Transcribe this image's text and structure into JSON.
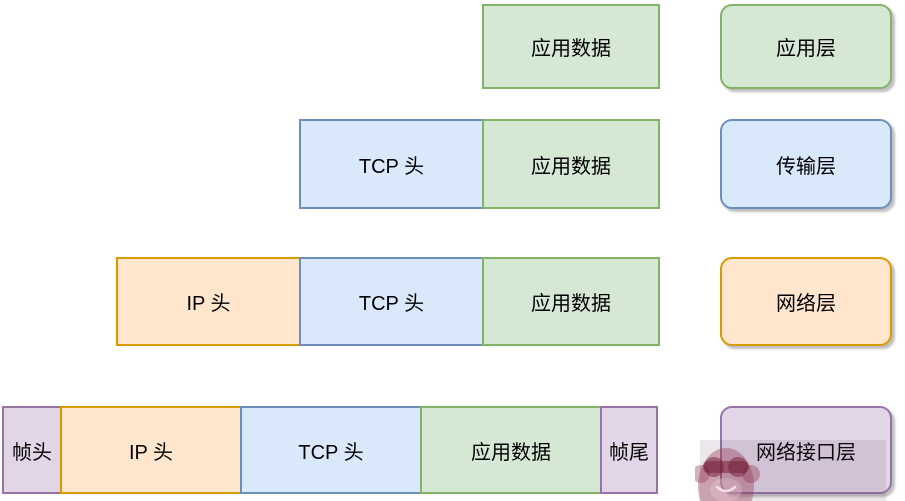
{
  "diagram": {
    "rows": [
      {
        "layer": "应用层",
        "cells": [
          {
            "label": "应用数据"
          }
        ]
      },
      {
        "layer": "传输层",
        "cells": [
          {
            "label": "TCP 头"
          },
          {
            "label": "应用数据"
          }
        ]
      },
      {
        "layer": "网络层",
        "cells": [
          {
            "label": "IP 头"
          },
          {
            "label": "TCP 头"
          },
          {
            "label": "应用数据"
          }
        ]
      },
      {
        "layer": "网络接口层",
        "cells": [
          {
            "label": "帧头"
          },
          {
            "label": "IP 头"
          },
          {
            "label": "TCP 头"
          },
          {
            "label": "应用数据"
          },
          {
            "label": "帧尾"
          }
        ]
      }
    ],
    "colors": {
      "green_fill": "#d5e8d4",
      "green_stroke": "#82b366",
      "blue_fill": "#dae8fc",
      "blue_stroke": "#6c8ebf",
      "orange_fill": "#ffe6cc",
      "orange_stroke": "#d79b00",
      "purple_fill": "#e1d5e7",
      "purple_stroke": "#9673a6",
      "text": "#000000",
      "watermark_tint": "#6e4664"
    },
    "watermark_icon": "monkey-with-sunglasses-logo"
  }
}
